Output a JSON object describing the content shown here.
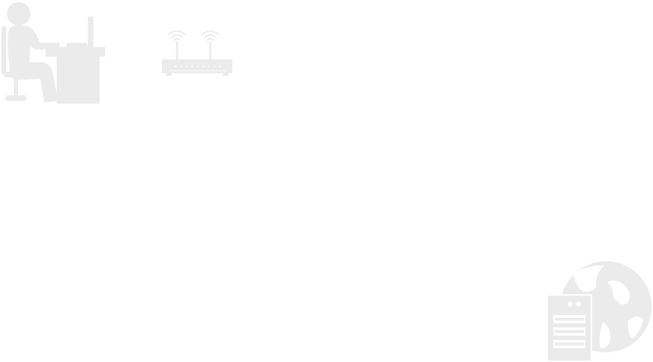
{
  "diagram": {
    "nodes": [
      {
        "id": "user",
        "icon": "person-at-desk-icon",
        "color": "#ebebeb"
      },
      {
        "id": "router",
        "icon": "wifi-router-icon",
        "color": "#ebebeb"
      },
      {
        "id": "server",
        "icon": "server-globe-icon",
        "color": "#ebebeb"
      }
    ]
  }
}
